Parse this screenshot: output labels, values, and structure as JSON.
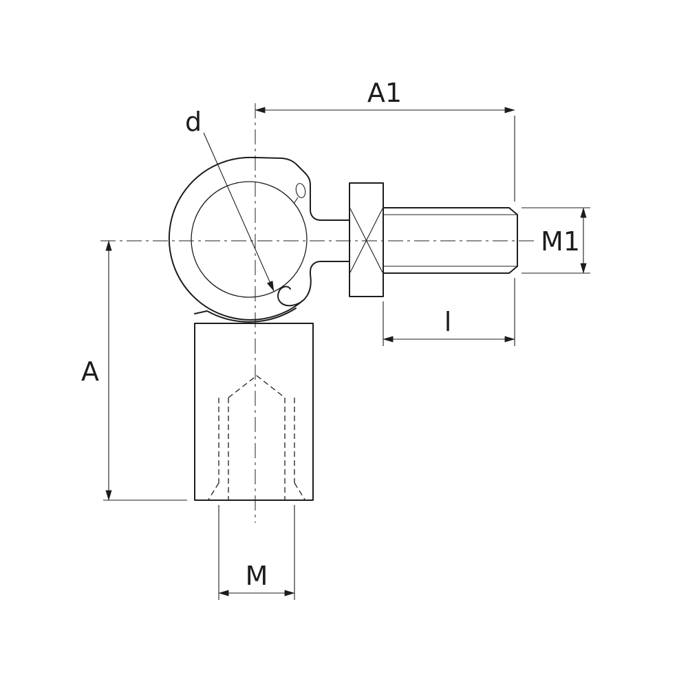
{
  "page": {
    "background_color": "#ffffff"
  },
  "drawing": {
    "line_color": "#1c1c1c",
    "dimension_labels": {
      "a1": "A1",
      "d": "d",
      "m1": "M1",
      "l": "l",
      "a": "A",
      "m": "M"
    }
  }
}
